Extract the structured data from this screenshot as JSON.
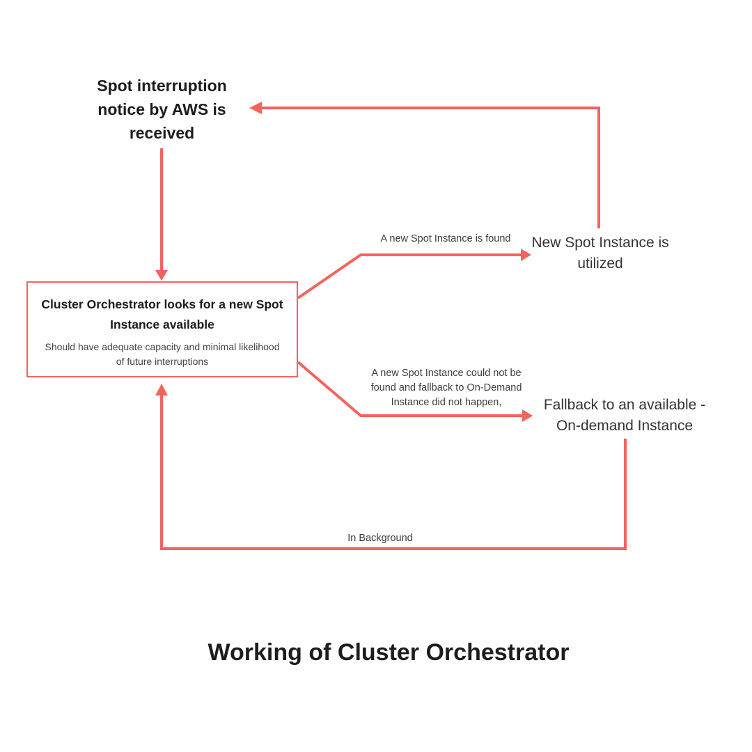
{
  "colors": {
    "accent": "#f4635c",
    "text_dark": "#1c1c1c",
    "text_gray": "#3c3c3c",
    "background": "#ffffff"
  },
  "title": "Working of Cluster Orchestrator",
  "nodes": {
    "spot_notice": {
      "text": "Spot interruption notice by AWS is received"
    },
    "orchestrator_box": {
      "title": "Cluster Orchestrator looks for a new Spot Instance available",
      "subtitle": "Should have adequate capacity and minimal likelihood of future interruptions"
    },
    "new_spot_utilized": {
      "text": "New Spot Instance is utilized"
    },
    "fallback_on_demand": {
      "text": "Fallback to an available -On-demand Instance"
    }
  },
  "edge_labels": {
    "found": "A new Spot Instance is found",
    "not_found": "A new Spot Instance could not be found and fallback to On-Demand Instance did not happen,",
    "in_background": "In Background"
  }
}
